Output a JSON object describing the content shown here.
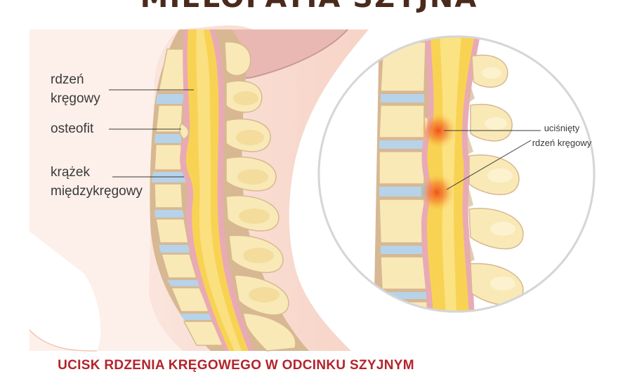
{
  "title": "MIELOPATIA SZYJNA",
  "labels": {
    "spinal_cord": [
      "rdzeń",
      "kręgowy"
    ],
    "osteophyte": "osteofit",
    "disc": [
      "krążek",
      "międzykręgowy"
    ]
  },
  "zoom_label": [
    "uciśnięty",
    "rdzeń kręgowy"
  ],
  "caption": "UCISK RDZENIA KRĘGOWEGO W ODCINKU SZYJNYM",
  "colors": {
    "skin": "#fbe1d7",
    "skin_dark": "#f3c9bb",
    "bone": "#f9e9b6",
    "bone_shadow": "#d7b893",
    "cord": "#f8d353",
    "cord_light": "#fbe48c",
    "disc": "#b6d3ea",
    "dura": "#d98c9a",
    "compression": "#f04a1a",
    "caption": "#b3242c",
    "title": "#4a2a1c"
  }
}
